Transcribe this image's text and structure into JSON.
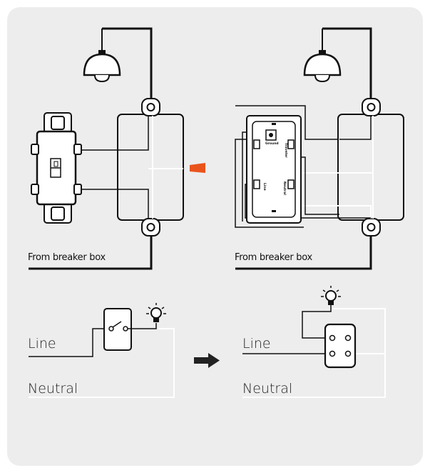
{
  "top_left": {
    "caption": "From breaker box"
  },
  "top_right": {
    "caption": "From breaker box",
    "terminals": {
      "ground": "Ground",
      "traveler": "Traveler",
      "line": "Line",
      "neutral": "Neutral"
    }
  },
  "bottom_left": {
    "line_label": "Line",
    "neutral_label": "Neutral"
  },
  "bottom_right": {
    "line_label": "Line",
    "neutral_label": "Neutral"
  },
  "colors": {
    "panel": "#ededed",
    "arrow": "#e9541c",
    "wire": "#111111",
    "white_wire": "#ffffff"
  }
}
